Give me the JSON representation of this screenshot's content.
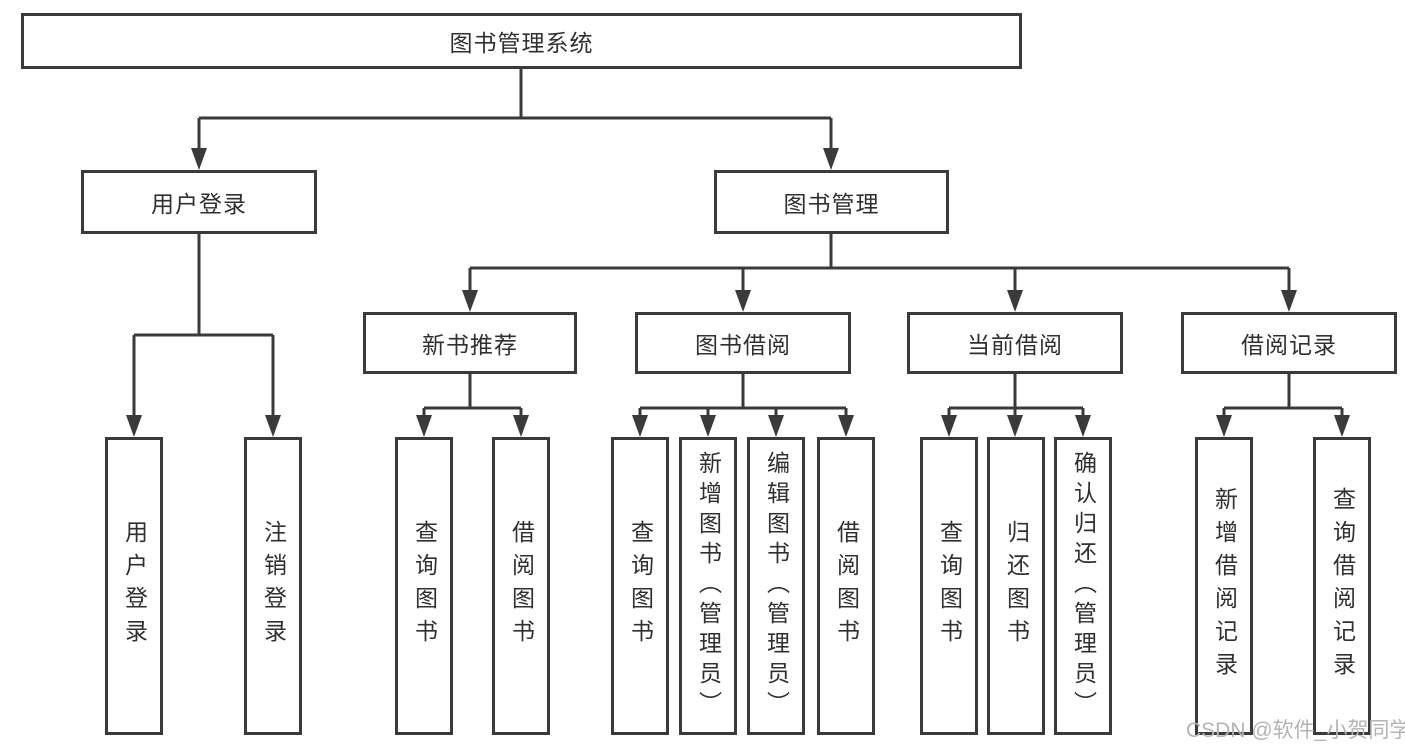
{
  "diagram_type": "hierarchy-tree",
  "colors": {
    "background": "#ffffff",
    "box_fill": "#ffffff",
    "box_border": "#3a3a3a",
    "connector": "#3a3a3a",
    "text": "#303030",
    "watermark_text": "#b4b4b4"
  },
  "tree": {
    "root": {
      "label": "图书管理系统",
      "children": [
        {
          "label": "用户登录",
          "children": [
            {
              "label": "用户登录"
            },
            {
              "label": "注销登录"
            }
          ]
        },
        {
          "label": "图书管理",
          "children": [
            {
              "label": "新书推荐",
              "children": [
                {
                  "label": "查询图书"
                },
                {
                  "label": "借阅图书"
                }
              ]
            },
            {
              "label": "图书借阅",
              "children": [
                {
                  "label": "查询图书"
                },
                {
                  "label": "新增图书（管理员）"
                },
                {
                  "label": "编辑图书（管理员）"
                },
                {
                  "label": "借阅图书"
                }
              ]
            },
            {
              "label": "当前借阅",
              "children": [
                {
                  "label": "查询图书"
                },
                {
                  "label": "归还图书"
                },
                {
                  "label": "确认归还（管理员）"
                }
              ]
            },
            {
              "label": "借阅记录",
              "children": [
                {
                  "label": "新增借阅记录"
                },
                {
                  "label": "查询借阅记录"
                }
              ]
            }
          ]
        }
      ]
    }
  },
  "watermark": {
    "text": "CSDN @软件_小贺同学"
  }
}
